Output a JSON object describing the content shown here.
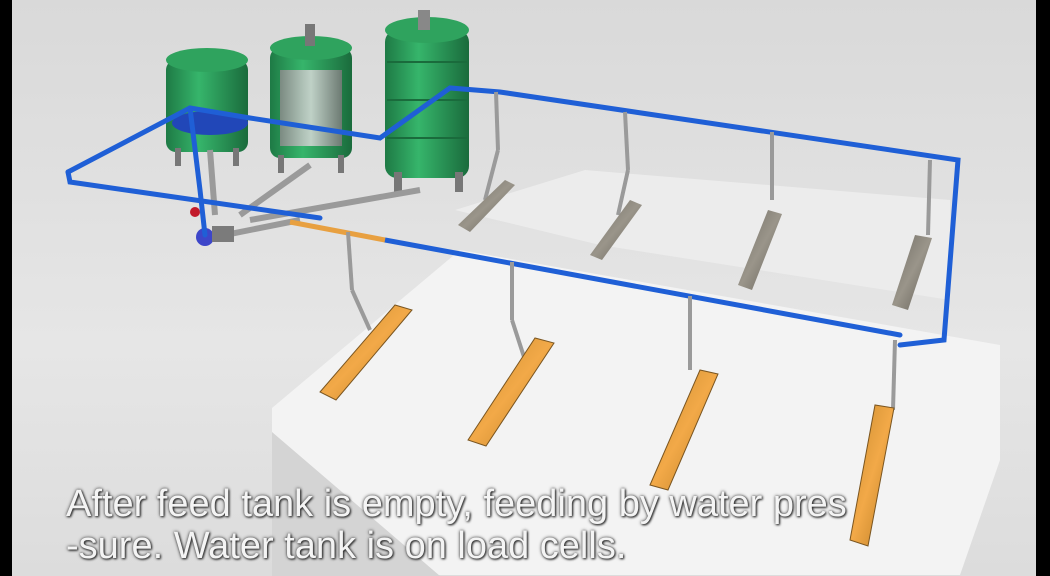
{
  "caption": {
    "line1": "After feed tank is empty, feeding by water pres",
    "line2": "-sure. Water tank is on load cells."
  },
  "colors": {
    "background": "#e2e2e2",
    "water_pipe": "#1f5fd6",
    "feed_pipe": "#e8a040",
    "tank_green": "#2ea860",
    "trough_feed": "#e8a040",
    "platform": "#f2f2f2"
  },
  "scene": {
    "tanks": [
      "feed-tank-1",
      "feed-tank-2",
      "water-tank"
    ],
    "back_troughs": 4,
    "front_troughs": 4,
    "pump": "pump-icon"
  }
}
